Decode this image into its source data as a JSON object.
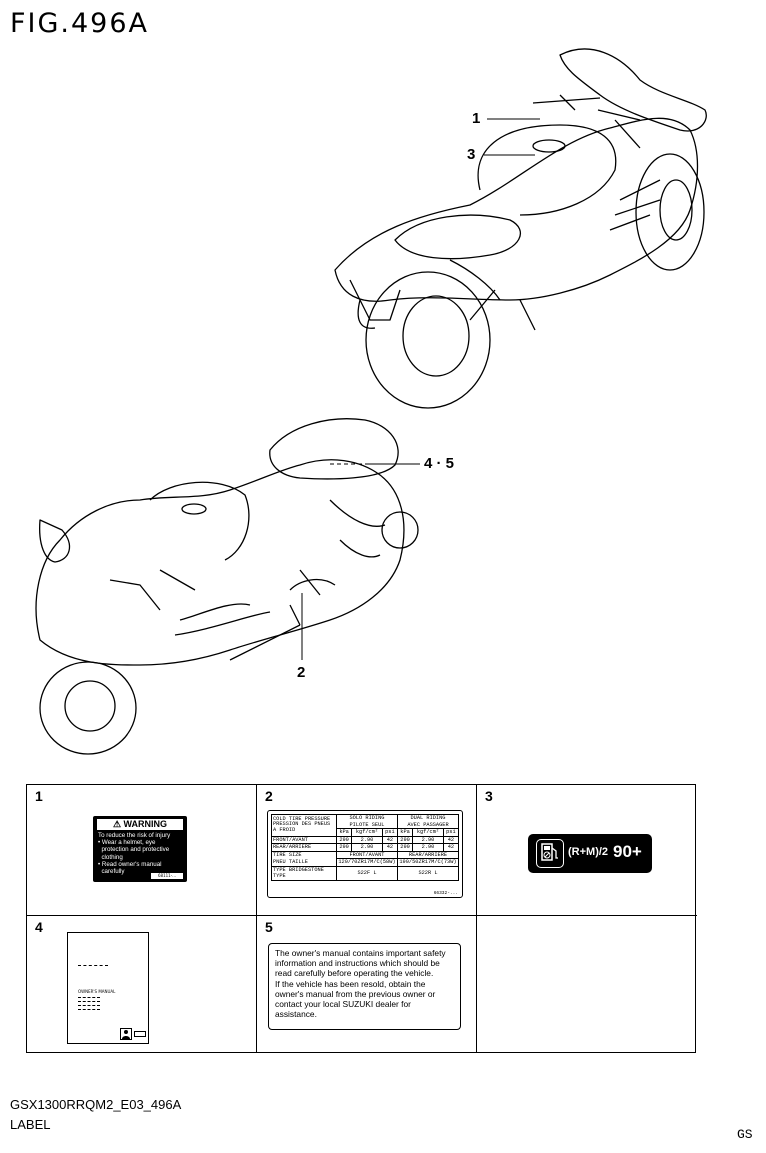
{
  "figure": {
    "title": "FIG.496A",
    "drawing_code": "GSX1300RRQM2_E03_496A",
    "caption": "LABEL",
    "corner_code": "GS"
  },
  "callouts": [
    {
      "id": "c1",
      "label": "1"
    },
    {
      "id": "c3",
      "label": "3"
    },
    {
      "id": "c45",
      "label": "4 · 5"
    },
    {
      "id": "c2",
      "label": "2"
    }
  ],
  "legend": {
    "cells": [
      {
        "number": "1"
      },
      {
        "number": "2"
      },
      {
        "number": "3"
      },
      {
        "number": "4"
      },
      {
        "number": "5"
      }
    ],
    "warning_label": {
      "header": "⚠ WARNING",
      "body": "To reduce the risk of injury\n• Wear a helmet, eye\n  protection and protective\n  clothing\n• Read owner's manual\n  carefully",
      "code": "68111-..."
    },
    "tire_label": {
      "cold": "COLD TIRE PRESSURE",
      "pression": "PRESSION DES PNEUS",
      "afroid": "A FROID",
      "solo": "SOLO RIDING",
      "solo_fr": "PILOTE SEUL",
      "dual": "DUAL RIDING",
      "dual_fr": "AVEC PASSAGER",
      "unit_kpa": "kPa",
      "unit_kgf": "kgf/cm²",
      "unit_psi": "psi",
      "front": "FRONT/AVANT",
      "rear": "REAR/ARRIERE",
      "front_vals": [
        "290",
        "2.90",
        "42",
        "290",
        "2.90",
        "42"
      ],
      "rear_vals": [
        "290",
        "2.90",
        "42",
        "290",
        "2.90",
        "42"
      ],
      "tire_size": "TIRE SIZE",
      "pneu": "PNEU TAILLE",
      "front_size": "120/70ZR17M/C(58W)",
      "rear_size": "190/50ZR17M/C(73W)",
      "type": "TYPE",
      "type_fr": "TYPE",
      "brand": "BRIDGESTONE",
      "front_type": "S22F L",
      "rear_type": "S22R L",
      "code": "66332-..."
    },
    "fuel_label": {
      "formula": "(R+M)/2",
      "octane": "90+"
    },
    "manual_label": {
      "caption": "OWNER'S MANUAL"
    },
    "owner_label": {
      "text": "The owner's manual contains important safety\ninformation and instructions which should be\nread carefully before operating the vehicle.\nIf the vehicle has been resold, obtain the\nowner's manual from the previous owner or\ncontact your local SUZUKI dealer for\nassistance."
    }
  }
}
